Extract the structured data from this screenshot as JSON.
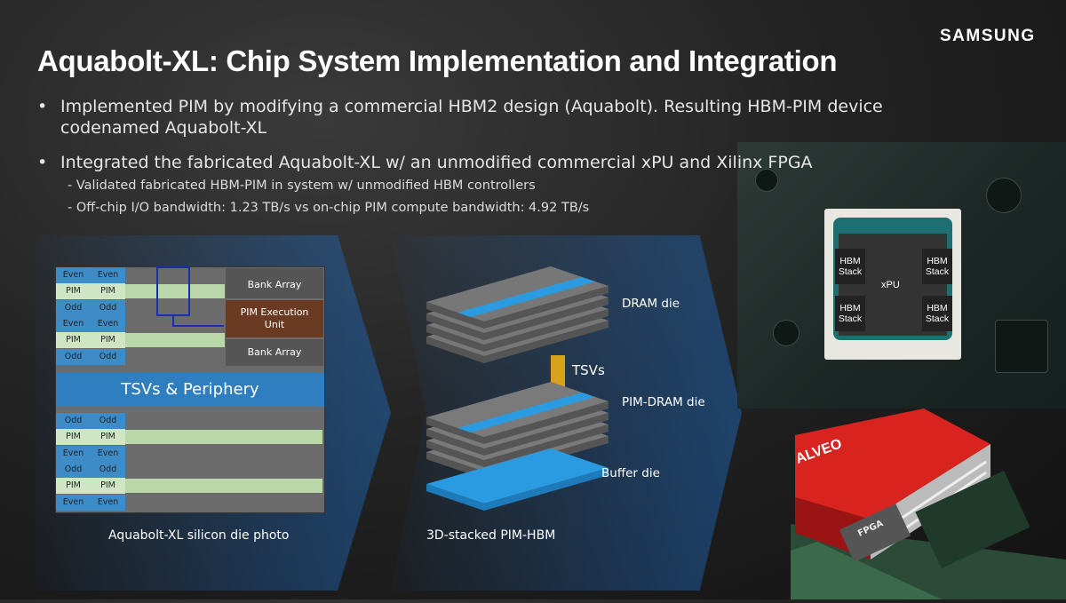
{
  "logo": "SAMSUNG",
  "title": "Aquabolt-XL: Chip System Implementation and Integration",
  "bullets": [
    {
      "text": "Implemented PIM by modifying a commercial HBM2 design (Aquabolt). Resulting HBM-PIM device codenamed Aquabolt-XL"
    },
    {
      "text": "Integrated the fabricated Aquabolt-XL w/ an unmodified commercial xPU and Xilinx FPGA",
      "sub": [
        "- Validated fabricated HBM-PIM in system w/ unmodified HBM controllers",
        "- Off-chip I/O bandwidth: 1.23 TB/s vs on-chip PIM compute bandwidth: 4.92 TB/s"
      ]
    }
  ],
  "die_photo": {
    "caption": "Aquabolt-XL silicon die photo",
    "rows_top": [
      "Even",
      "PIM",
      "Odd",
      "Even",
      "PIM",
      "Odd"
    ],
    "rows_bottom": [
      "Odd",
      "PIM",
      "Even",
      "Odd",
      "PIM",
      "Even"
    ],
    "bank_array": "Bank Array",
    "pim_unit": "PIM Execution Unit",
    "tsv": "TSVs & Periphery"
  },
  "stack": {
    "caption": "3D-stacked PIM-HBM",
    "dram": "DRAM die",
    "tsvs": "TSVs",
    "pim_dram": "PIM-DRAM die",
    "buffer": "Buffer die"
  },
  "system": {
    "xpu": "xPU",
    "hbm": "HBM Stack",
    "card_brand": "ALVEO",
    "fpga": "FPGA"
  },
  "colors": {
    "accent_blue": "#2a8fd6",
    "pim_green": "#b9d7a8",
    "pim_unit": "#6b3a22",
    "card_red": "#d8231f"
  }
}
